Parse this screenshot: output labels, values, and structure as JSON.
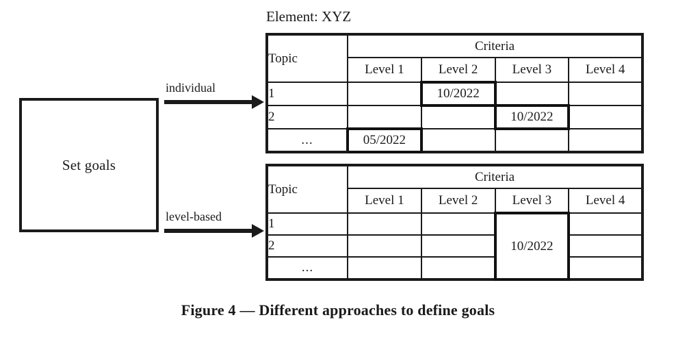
{
  "figure": {
    "element_title": "Element: XYZ",
    "caption": "Figure 4 — Different approaches to define goals",
    "source_box_label": "Set goals",
    "accent_color": "#1a1a1a",
    "marked_border_color": "#111111",
    "background_color": "#ffffff"
  },
  "arrows": [
    {
      "label": "individual",
      "target": "table-individual"
    },
    {
      "label": "level-based",
      "target": "table-level-based"
    }
  ],
  "tables": [
    {
      "id": "individual",
      "approach": "individual",
      "group_header": "Criteria",
      "topic_header": "Topic",
      "columns": [
        "Level 1",
        "Level 2",
        "Level 3",
        "Level 4"
      ],
      "rows": [
        {
          "topic": "1",
          "cells": [
            "",
            "10/2022",
            "",
            ""
          ]
        },
        {
          "topic": "2",
          "cells": [
            "",
            "",
            "10/2022",
            ""
          ]
        },
        {
          "topic": "...",
          "cells": [
            "05/2022",
            "",
            "",
            ""
          ]
        }
      ],
      "marked_cells": [
        {
          "row": 0,
          "col": 1,
          "value": "10/2022"
        },
        {
          "row": 1,
          "col": 2,
          "value": "10/2022"
        },
        {
          "row": 2,
          "col": 0,
          "value": "05/2022"
        }
      ]
    },
    {
      "id": "level-based",
      "approach": "level-based",
      "group_header": "Criteria",
      "topic_header": "Topic",
      "columns": [
        "Level 1",
        "Level 2",
        "Level 3",
        "Level 4"
      ],
      "rows": [
        {
          "topic": "1",
          "cells": [
            "",
            "",
            "",
            ""
          ]
        },
        {
          "topic": "2",
          "cells": [
            "",
            "",
            "",
            ""
          ]
        },
        {
          "topic": "...",
          "cells": [
            "",
            "",
            "",
            ""
          ]
        }
      ],
      "merged_cell": {
        "col": 2,
        "row_start": 0,
        "row_span": 3,
        "value": "10/2022"
      }
    }
  ]
}
